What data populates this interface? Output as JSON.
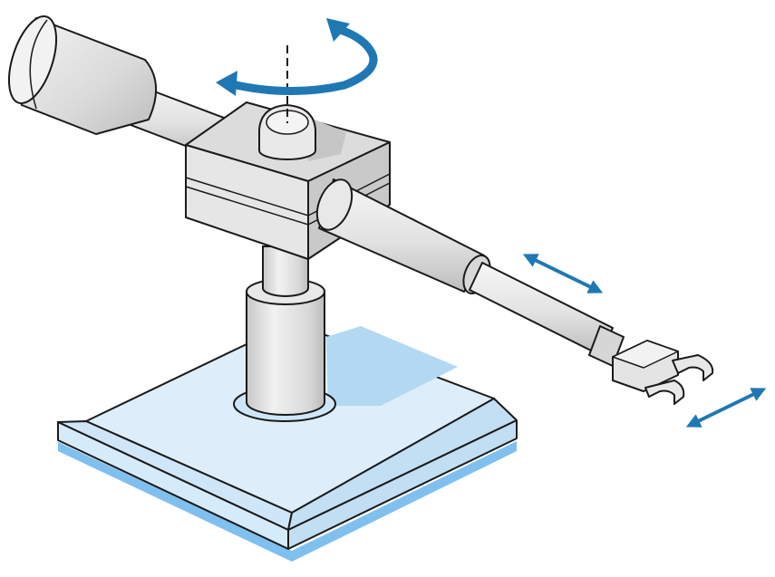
{
  "figure": {
    "subject": "robot-arm-illustration",
    "components": [
      "base-plate",
      "column",
      "rotary-hub",
      "counterweight",
      "extending-arm",
      "gripper"
    ],
    "motions": [
      "rotation-about-vertical-axis",
      "arm-extension",
      "gripper-extension"
    ]
  },
  "colors": {
    "steel_light": "#f2f2f2",
    "steel_mid": "#d9d9d9",
    "steel_dark": "#b7b7b7",
    "outline": "#1a1a1a",
    "base_light": "#ddeefa",
    "base_mid": "#c9e3f6",
    "base_edge": "#7fc0ee",
    "shadow_blue": "#b3d8f2",
    "arrow_blue": "#1f78b4"
  }
}
